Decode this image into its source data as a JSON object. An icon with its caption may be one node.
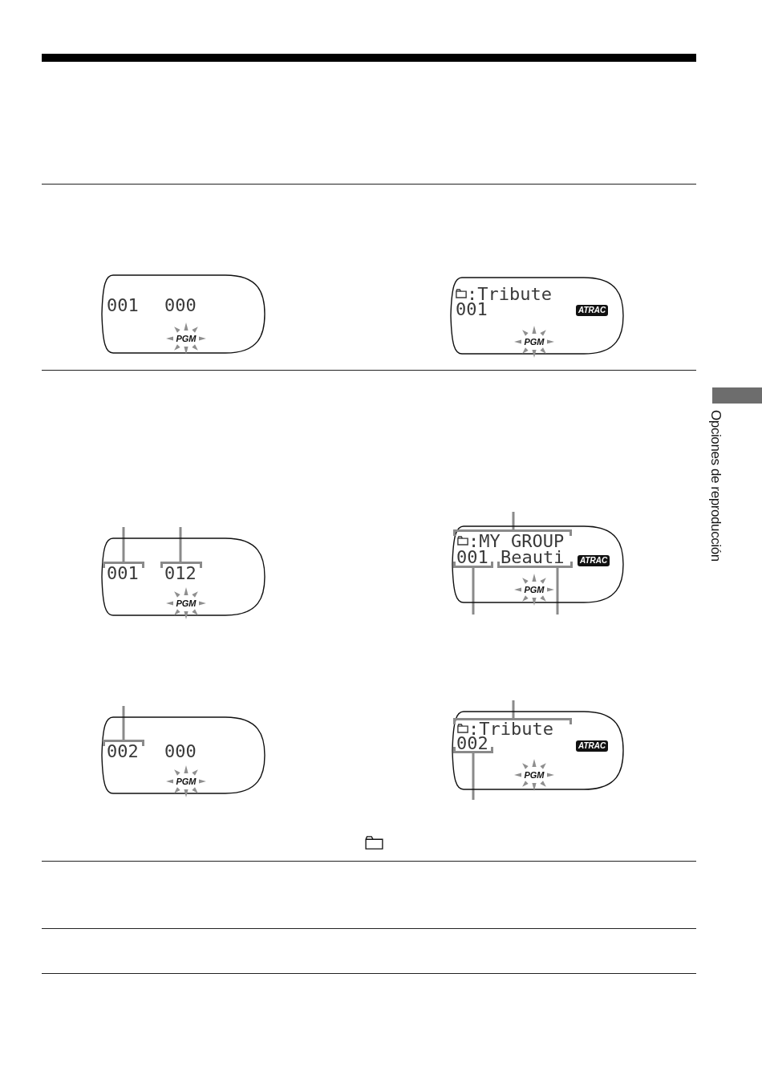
{
  "diagram": {
    "nodes": [
      {
        "text": [
          "001",
          "000",
          "PGM"
        ]
      },
      {
        "text": [
          ":Tribute",
          "001",
          "ATRAC",
          "PGM"
        ]
      },
      {
        "text": [
          "PGM"
        ]
      },
      {
        "text": [
          "001"
        ],
        "in": 2
      },
      {
        "text": [
          "012"
        ],
        "in": 2
      },
      {
        "text": [
          "ATRAC",
          "PGM"
        ]
      },
      {
        "text": [
          ":MY GROUP"
        ],
        "in": 5
      },
      {
        "text": [
          "001"
        ],
        "in": 5
      },
      {
        "text": [
          "Beauti"
        ],
        "in": 5
      },
      {
        "text": [
          "000",
          "PGM"
        ]
      },
      {
        "text": [
          "002"
        ],
        "in": 9
      },
      {
        "text": [
          "ATRAC",
          "PGM"
        ]
      },
      {
        "text": [
          ":Tribute"
        ],
        "in": 11
      },
      {
        "text": [
          "002"
        ],
        "in": 11
      }
    ],
    "edges": [
      {
        "from": null,
        "to": 3,
        "arrow": "none"
      },
      {
        "from": null,
        "to": 4,
        "arrow": "none"
      },
      {
        "from": null,
        "to": 6,
        "arrow": "none"
      },
      {
        "from": null,
        "to": 7,
        "arrow": "none"
      },
      {
        "from": null,
        "to": 8,
        "arrow": "none"
      },
      {
        "from": null,
        "to": 10,
        "arrow": "none"
      },
      {
        "from": null,
        "to": 12,
        "arrow": "none"
      },
      {
        "from": null,
        "to": 13,
        "arrow": "none"
      }
    ],
    "labels": [
      "Opciones de reproducción"
    ]
  }
}
